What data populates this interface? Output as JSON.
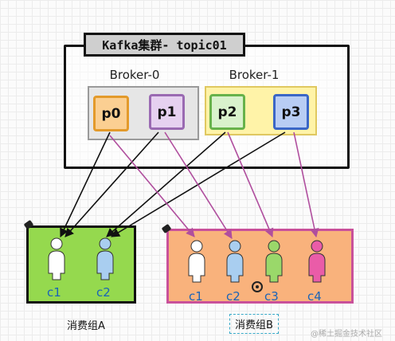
{
  "cluster": {
    "title": "Kafka集群- topic01"
  },
  "brokers": [
    {
      "label": "Broker-0"
    },
    {
      "label": "Broker-1"
    }
  ],
  "partitions": [
    {
      "label": "p0",
      "fill": "#fbcf92",
      "stroke": "#e39a2b"
    },
    {
      "label": "p1",
      "fill": "#e6d1f0",
      "stroke": "#9a6ab2"
    },
    {
      "label": "p2",
      "fill": "#d9f2cc",
      "stroke": "#67b24a"
    },
    {
      "label": "p3",
      "fill": "#b8cdf4",
      "stroke": "#3a66c6"
    }
  ],
  "groups": [
    {
      "label": "消费组A",
      "fill": "#95d94e"
    },
    {
      "label": "消费组B",
      "fill": "#f9b27c"
    }
  ],
  "consumers_a": [
    {
      "label": "c1",
      "color": "#ffffff"
    },
    {
      "label": "c2",
      "color": "#a9cef0"
    }
  ],
  "consumers_b": [
    {
      "label": "c1",
      "color": "#ffffff"
    },
    {
      "label": "c2",
      "color": "#a9cef0"
    },
    {
      "label": "c3",
      "color": "#9ad86a"
    },
    {
      "label": "c4",
      "color": "#ea5ca8"
    }
  ],
  "watermark": "@稀土掘金技术社区"
}
